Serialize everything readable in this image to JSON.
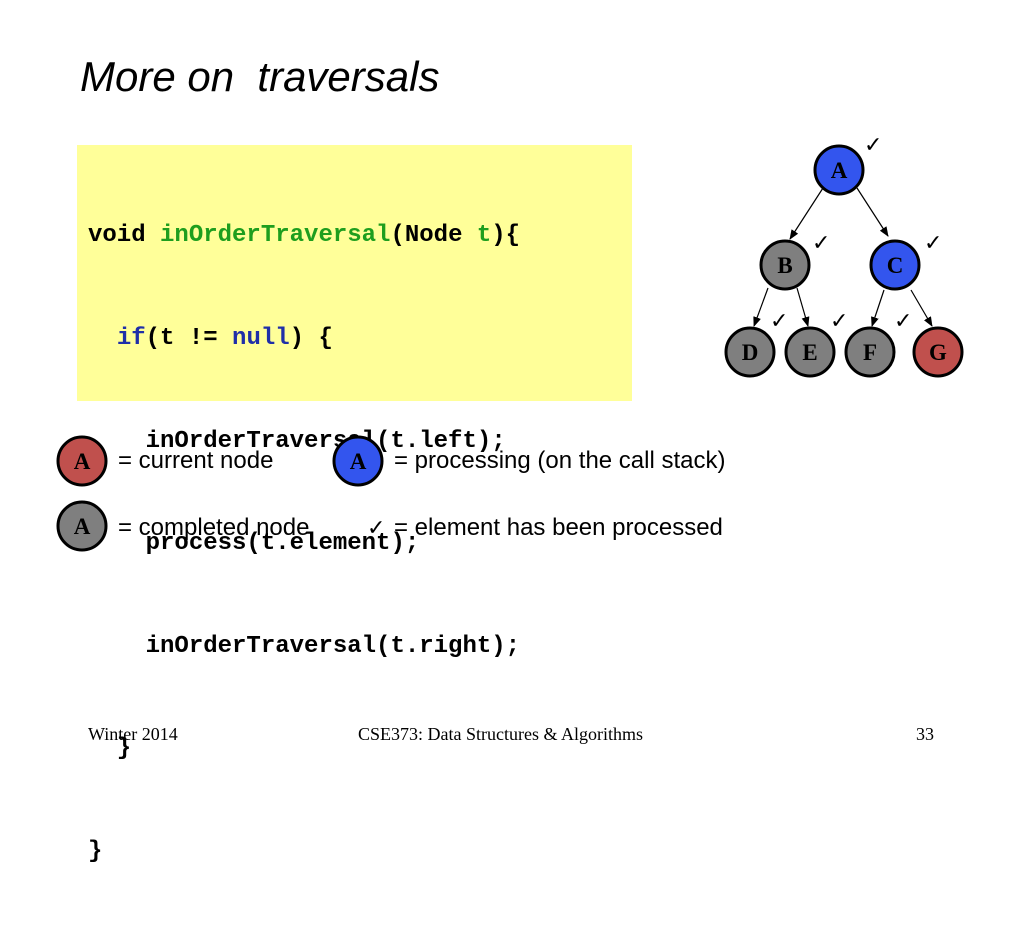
{
  "slide": {
    "title": "More on  traversals"
  },
  "code": {
    "line1": {
      "void": "void ",
      "fname": "inOrderTraversal",
      "open": "(Node ",
      "param": "t",
      "close": "){"
    },
    "line2": {
      "indent": "  ",
      "if": "if",
      "cond": "(t != ",
      "null": "null",
      "tail": ") {"
    },
    "line3": "    inOrderTraversal(t.left);",
    "line4": "    process(t.element);",
    "line5": "    inOrderTraversal(t.right);",
    "line6": "  }",
    "line7": "}"
  },
  "tree": {
    "nodes": {
      "A": {
        "label": "A",
        "state": "processing"
      },
      "B": {
        "label": "B",
        "state": "completed"
      },
      "C": {
        "label": "C",
        "state": "processing"
      },
      "D": {
        "label": "D",
        "state": "completed"
      },
      "E": {
        "label": "E",
        "state": "completed"
      },
      "F": {
        "label": "F",
        "state": "completed"
      },
      "G": {
        "label": "G",
        "state": "current"
      }
    },
    "checkmark": "✓"
  },
  "legend": {
    "current_symbol": "A",
    "current_text": "= current node",
    "processing_symbol": "A",
    "processing_text": "= processing (on the call stack)",
    "completed_symbol": "A",
    "completed_text": "= completed node",
    "check_symbol": "✓",
    "check_text": "= element has been processed"
  },
  "colors": {
    "current": "#c0504d",
    "processing": "#3355ee",
    "completed": "#7f7f7f",
    "code_background": "#ffff99",
    "code_keyword_green": "#1e9e1e",
    "code_keyword_blue": "#1f2fa8"
  },
  "footer": {
    "left": "Winter 2014",
    "center": "CSE373: Data Structures & Algorithms",
    "page": "33"
  }
}
